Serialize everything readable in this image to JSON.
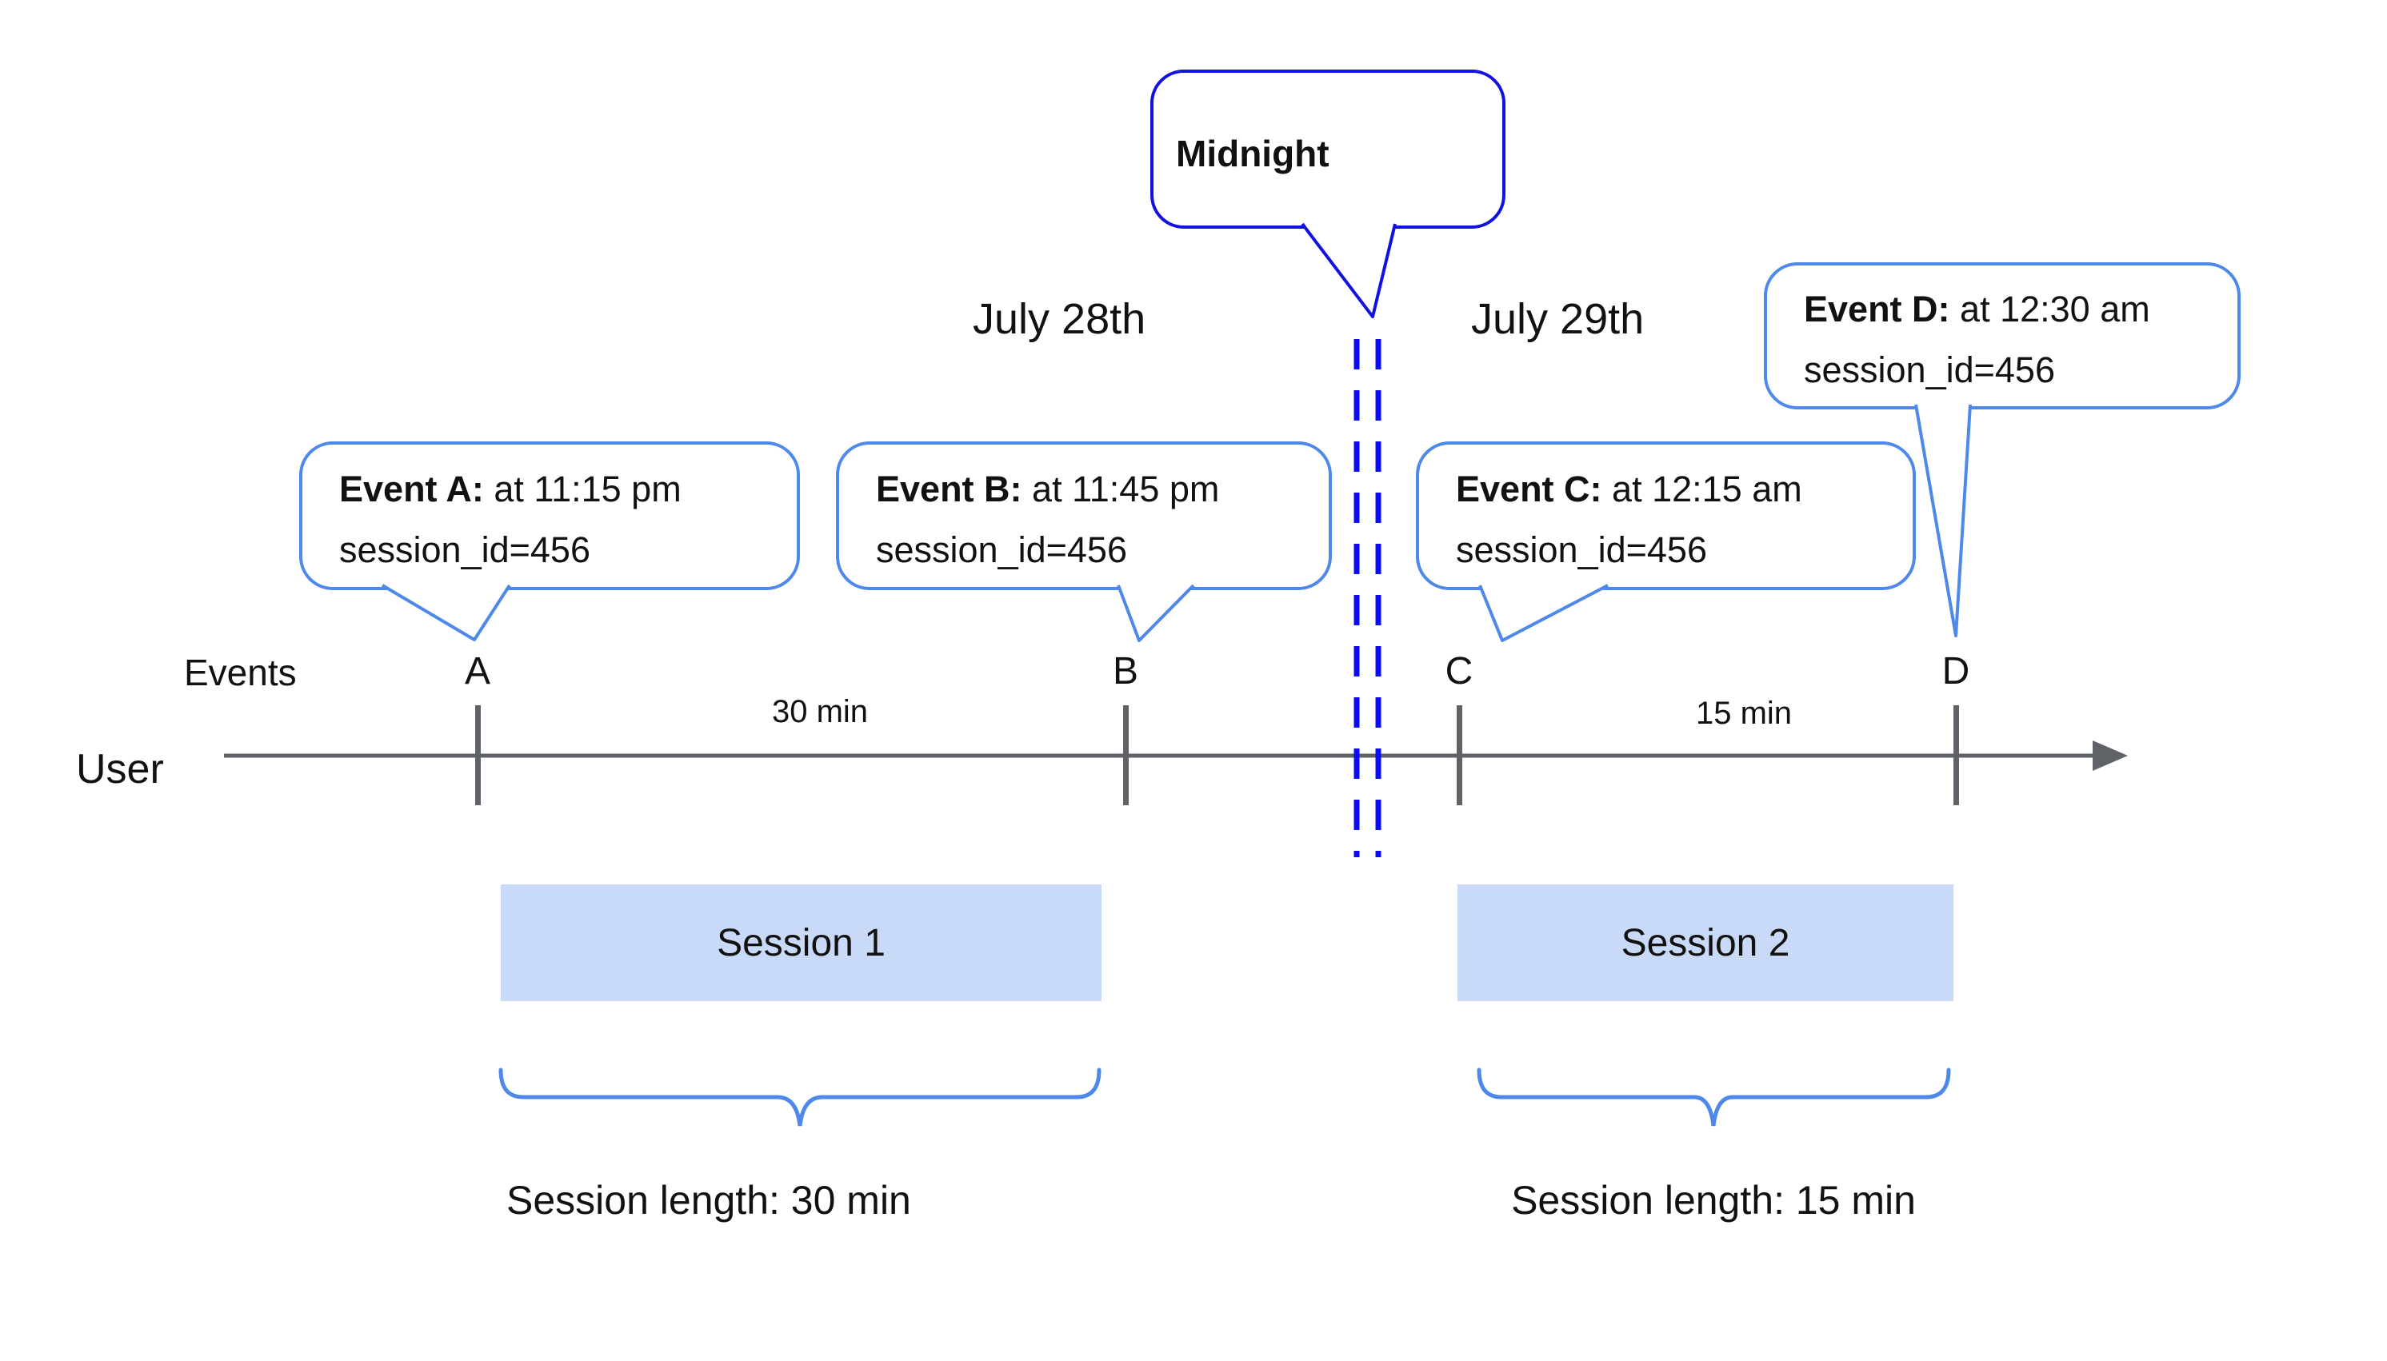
{
  "dates": {
    "left": "July 28th",
    "right": "July 29th"
  },
  "midnight_callout": {
    "label": "Midnight"
  },
  "event_callouts": [
    {
      "bold": "Event A:",
      "rest": "at 11:15 pm",
      "line2": "session_id=456"
    },
    {
      "bold": "Event B:",
      "rest": "at 11:45 pm",
      "line2": "session_id=456"
    },
    {
      "bold": "Event C:",
      "rest": "at 12:15 am",
      "line2": "session_id=456"
    },
    {
      "bold": "Event D:",
      "rest": "at 12:30 am",
      "line2": "session_id=456"
    }
  ],
  "axis": {
    "row_label": "Events",
    "user_label": "User",
    "ticks": [
      "A",
      "B",
      "C",
      "D"
    ],
    "intervals": [
      {
        "label": "30 min"
      },
      {
        "label": "15 min"
      }
    ]
  },
  "sessions": [
    {
      "label": "Session 1",
      "length_label": "Session length: 30 min"
    },
    {
      "label": "Session 2",
      "length_label": "Session length: 15 min"
    }
  ],
  "colors": {
    "ink": "#111111",
    "gray-line": "#5f6368",
    "event-border": "#4d88ea",
    "midnight-border": "#1212e0",
    "dash-blue": "#0d0df2",
    "session-fill": "#c9daf8",
    "brace-blue": "#4d88ea",
    "bg": "#ffffff"
  }
}
